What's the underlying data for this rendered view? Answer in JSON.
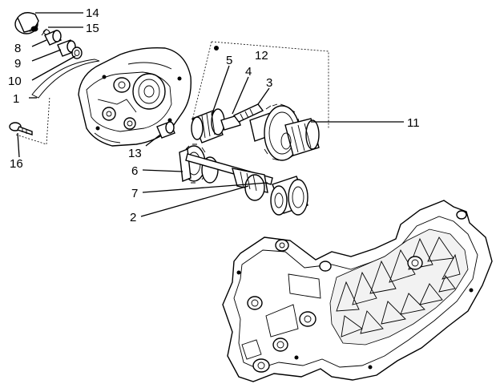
{
  "diagram": {
    "callouts": [
      {
        "id": "14",
        "text": "14"
      },
      {
        "id": "15",
        "text": "15"
      },
      {
        "id": "8",
        "text": "8"
      },
      {
        "id": "9",
        "text": "9"
      },
      {
        "id": "10",
        "text": "10"
      },
      {
        "id": "1",
        "text": "1"
      },
      {
        "id": "16",
        "text": "16"
      },
      {
        "id": "13",
        "text": "13"
      },
      {
        "id": "5",
        "text": "5"
      },
      {
        "id": "12",
        "text": "12"
      },
      {
        "id": "4",
        "text": "4"
      },
      {
        "id": "3",
        "text": "3"
      },
      {
        "id": "11",
        "text": "11"
      },
      {
        "id": "6",
        "text": "6"
      },
      {
        "id": "7",
        "text": "7"
      },
      {
        "id": "2",
        "text": "2"
      }
    ],
    "parts": [
      "cap-nut",
      "circlip",
      "bushing",
      "spacer",
      "washer",
      "gasket",
      "gear-cover",
      "screw",
      "bush",
      "shaft-gear-5",
      "gear-4",
      "shaft-3",
      "driven-gear",
      "gear-6",
      "gear-7",
      "drive-shaft",
      "crankcase"
    ]
  }
}
